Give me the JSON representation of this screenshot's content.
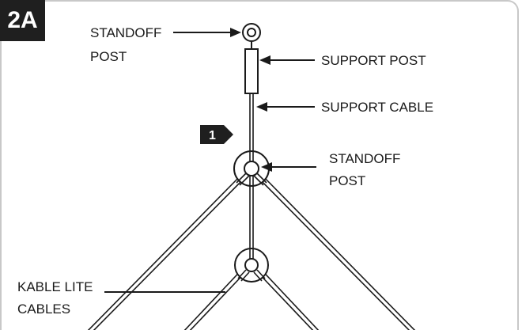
{
  "figure": {
    "tag": "2A"
  },
  "step": {
    "number": "1"
  },
  "labels": {
    "standoff_post_top": [
      "STANDOFF",
      "POST"
    ],
    "support_post": "SUPPORT POST",
    "support_cable": "SUPPORT CABLE",
    "standoff_post_mid": [
      "STANDOFF",
      "POST"
    ],
    "kable_lite_cables": [
      "KABLE LITE",
      "CABLES"
    ]
  },
  "colors": {
    "ink": "#1a1a1a",
    "tag_bg": "#1f1f1f",
    "border": "#c8c8c8"
  }
}
